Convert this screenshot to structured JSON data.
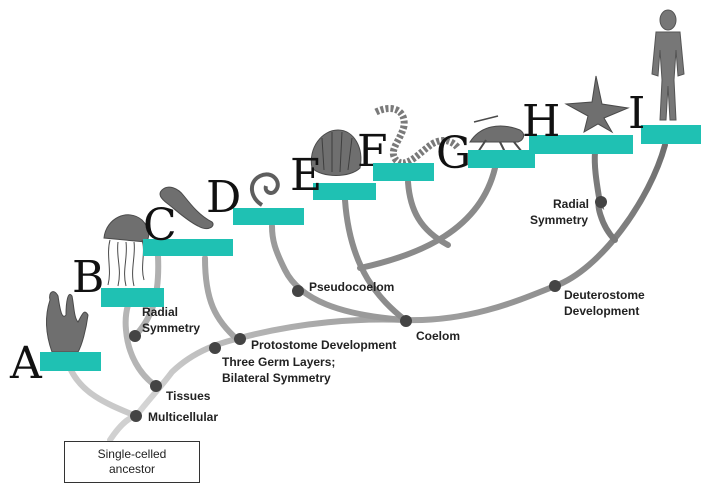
{
  "diagram": {
    "root_label": "Single-celled ancestor",
    "letters": [
      "A",
      "B",
      "C",
      "D",
      "E",
      "F",
      "G",
      "H",
      "I"
    ],
    "nodes": {
      "multicellular": "Multicellular",
      "tissues": "Tissues",
      "radial_symmetry_lower_1": "Radial",
      "radial_symmetry_lower_2": "Symmetry",
      "germ_layers_1": "Three Germ Layers;",
      "germ_layers_2": "Bilateral Symmetry",
      "protostome": "Protostome Development",
      "pseudocoelom": "Pseudocoelom",
      "coelom": "Coelom",
      "deuterostome_1": "Deuterostome",
      "deuterostome_2": "Development",
      "radial_symmetry_upper_1": "Radial",
      "radial_symmetry_upper_2": "Symmetry"
    },
    "organisms": [
      "sponge-icon",
      "jellyfish-icon",
      "flatworm-icon",
      "roundworm-icon",
      "clam-icon",
      "segmented-worm-icon",
      "grasshopper-icon",
      "sea-star-icon",
      "human-icon"
    ],
    "colors": {
      "answer_box": "#1fc1b3",
      "branch": "#7a7a7a",
      "node_dot": "#444444"
    }
  }
}
